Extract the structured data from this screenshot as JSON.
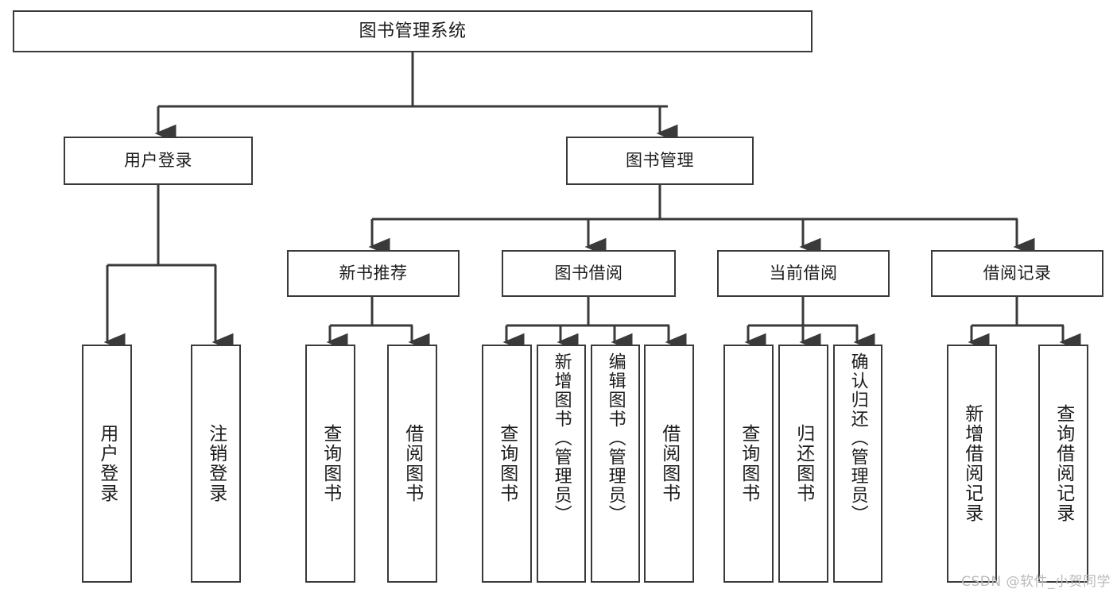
{
  "diagram": {
    "title": "图书管理系统",
    "watermark": "CSDN @软件_小贺同学",
    "line_color": "#3a3a3a",
    "box_fill": "#ffffff",
    "text_color": "#1c1c1c",
    "watermark_color": "#b9b9b9",
    "levels": {
      "root": "图书管理系统",
      "level2": [
        "用户登录",
        "图书管理"
      ],
      "level3": [
        "新书推荐",
        "图书借阅",
        "当前借阅",
        "借阅记录"
      ],
      "level4": [
        "用户登录",
        "注销登录",
        "查询图书",
        "借阅图书",
        "查询图书",
        "新增图书（管理员）",
        "编辑图书（管理员）",
        "借阅图书",
        "查询图书",
        "归还图书",
        "确认归还（管理员）",
        "新增借阅记录",
        "查询借阅记录"
      ]
    },
    "nodes": {
      "root": {
        "label": "图书管理系统"
      },
      "user_login": {
        "label": "用户登录"
      },
      "book_manage": {
        "label": "图书管理"
      },
      "new_book_rec": {
        "label": "新书推荐"
      },
      "book_borrow": {
        "label": "图书借阅"
      },
      "current_borrow": {
        "label": "当前借阅"
      },
      "borrow_record": {
        "label": "借阅记录"
      },
      "leaf_user_login": {
        "label": "用户登录"
      },
      "leaf_logout": {
        "label": "注销登录"
      },
      "leaf_query_book_1": {
        "label": "查询图书"
      },
      "leaf_borrow_book_1": {
        "label": "借阅图书"
      },
      "leaf_query_book_2": {
        "label": "查询图书"
      },
      "leaf_add_book": {
        "label": "新增图书（管理员）"
      },
      "leaf_edit_book": {
        "label": "编辑图书（管理员）"
      },
      "leaf_borrow_book_2": {
        "label": "借阅图书"
      },
      "leaf_query_book_3": {
        "label": "查询图书"
      },
      "leaf_return_book": {
        "label": "归还图书"
      },
      "leaf_confirm_return": {
        "label": "确认归还（管理员）"
      },
      "leaf_add_record": {
        "label": "新增借阅记录"
      },
      "leaf_query_record": {
        "label": "查询借阅记录"
      }
    }
  }
}
